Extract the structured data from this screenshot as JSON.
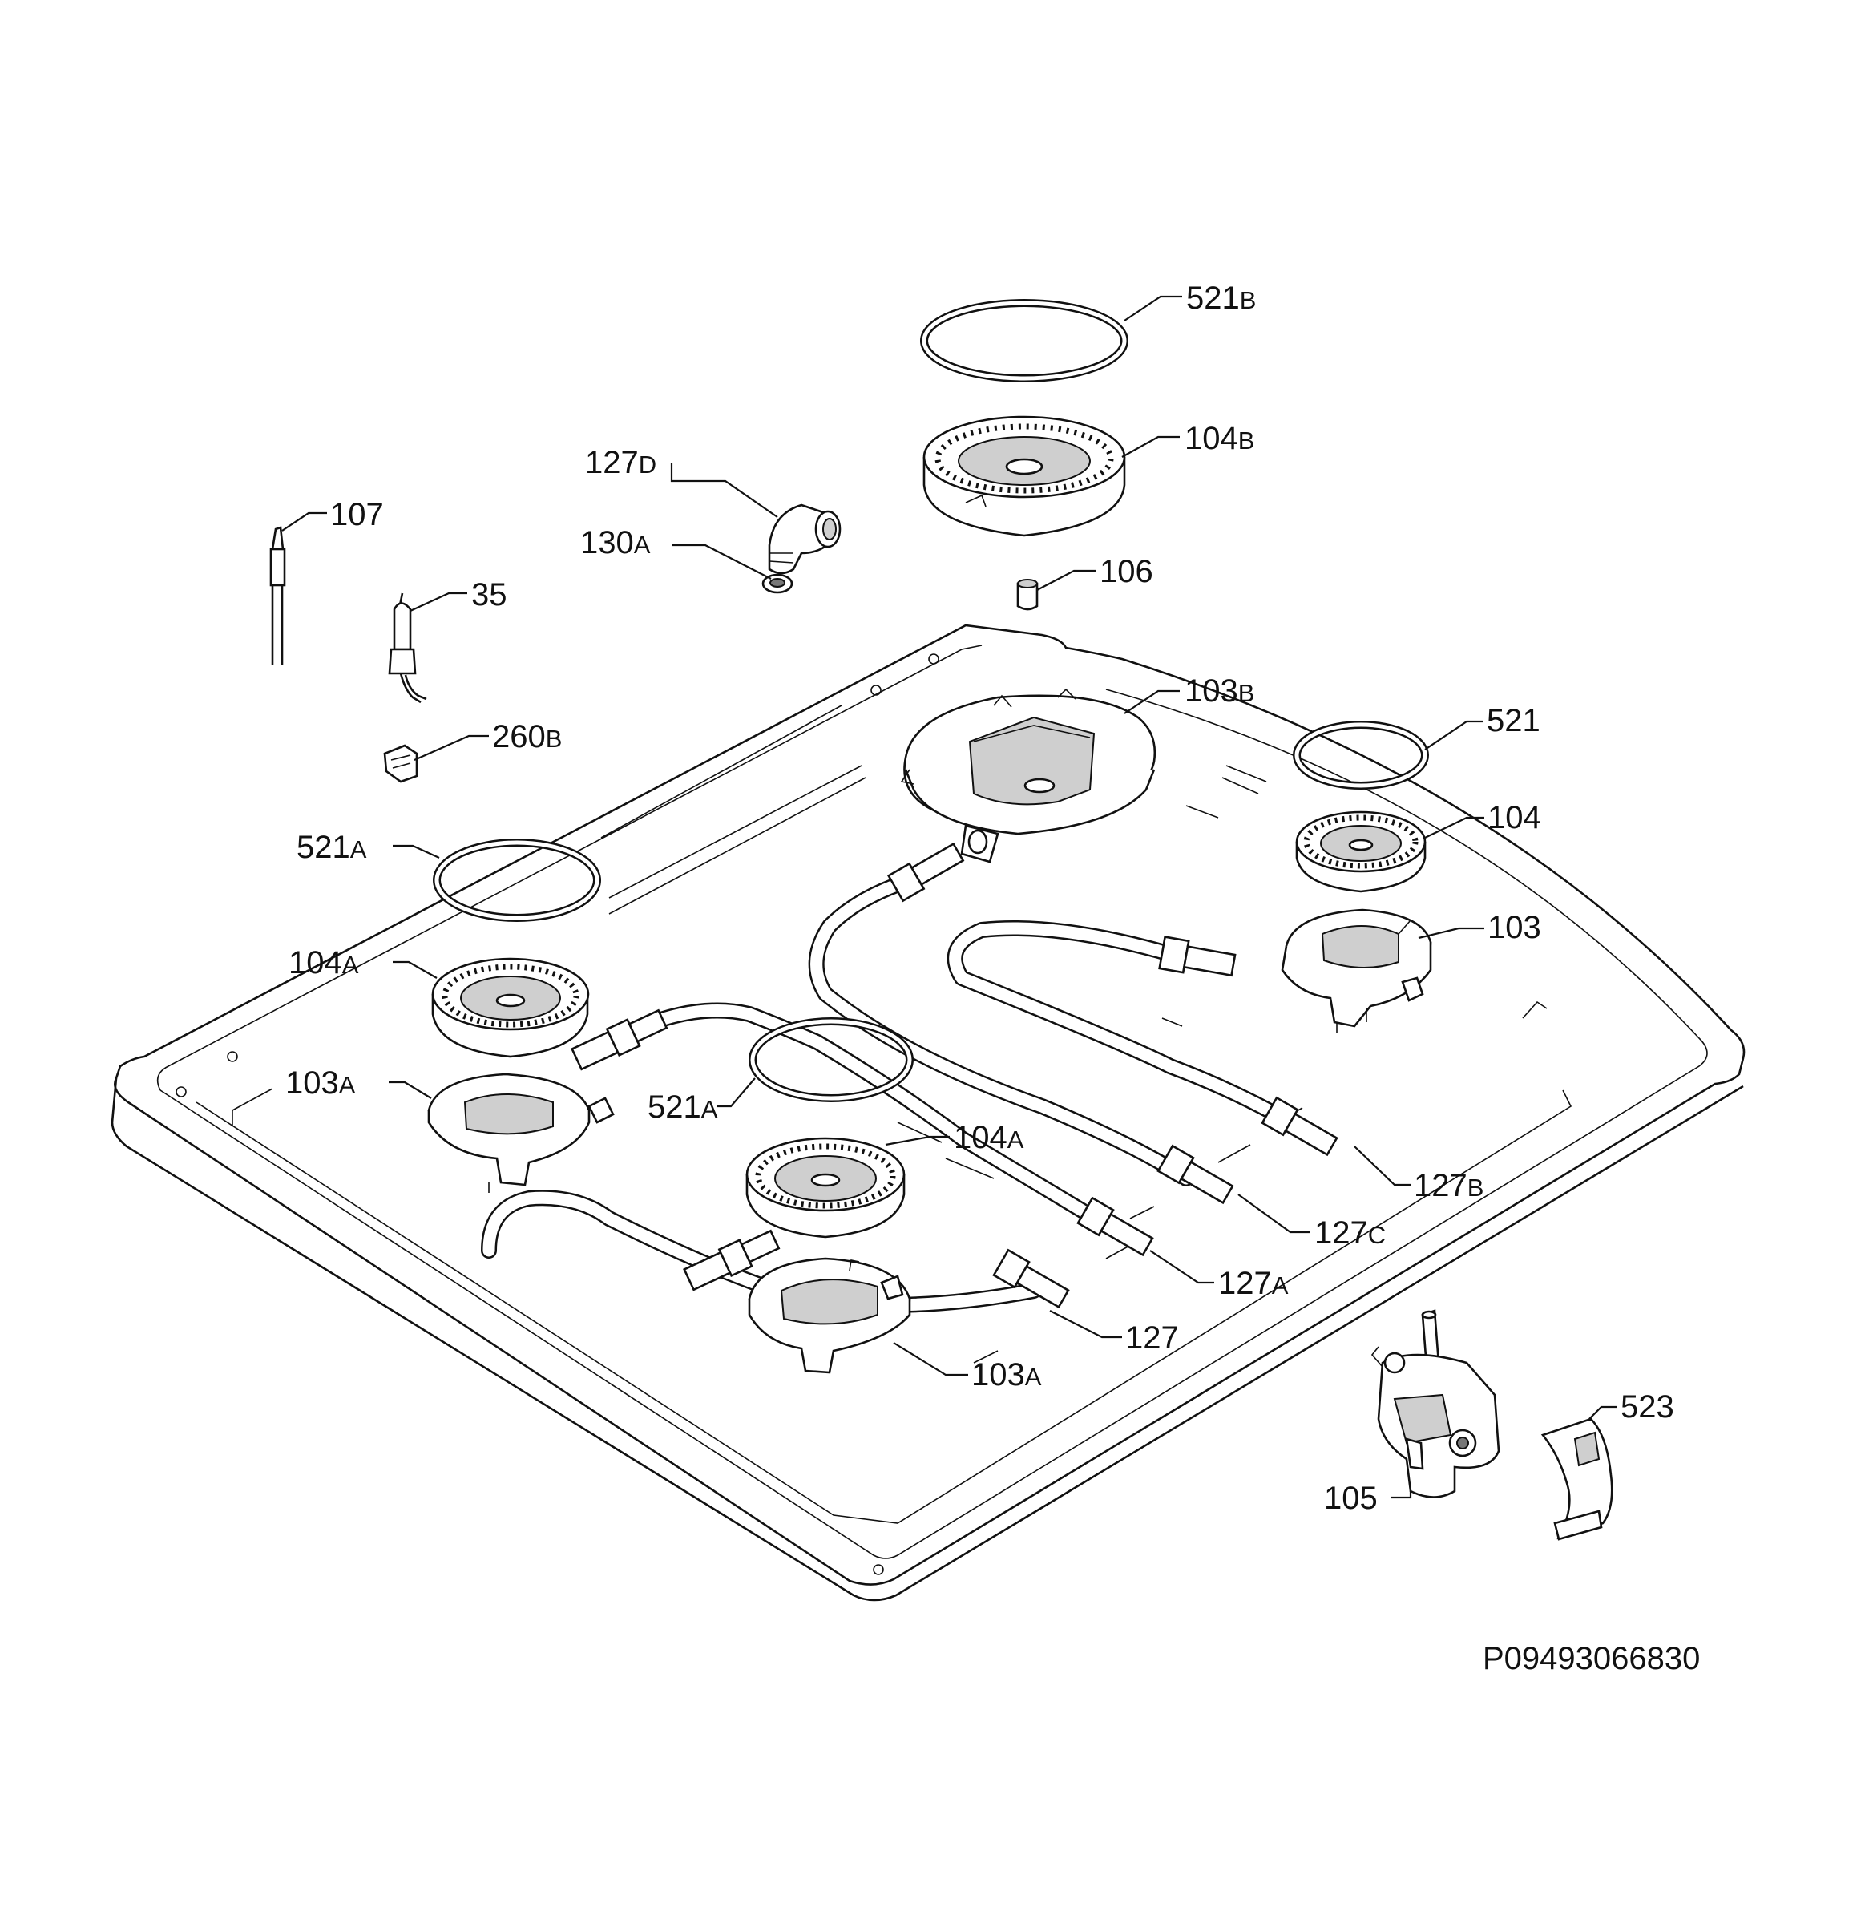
{
  "diagram": {
    "drawing_number": "P09493066830",
    "callouts": [
      {
        "id": "c-521b",
        "num": "521",
        "suf": "B"
      },
      {
        "id": "c-104b",
        "num": "104",
        "suf": "B"
      },
      {
        "id": "c-127d",
        "num": "127",
        "suf": "D"
      },
      {
        "id": "c-130a",
        "num": "130",
        "suf": "A"
      },
      {
        "id": "c-107",
        "num": "107",
        "suf": ""
      },
      {
        "id": "c-35",
        "num": "35",
        "suf": ""
      },
      {
        "id": "c-106",
        "num": "106",
        "suf": ""
      },
      {
        "id": "c-103b",
        "num": "103",
        "suf": "B"
      },
      {
        "id": "c-260b",
        "num": "260",
        "suf": "B"
      },
      {
        "id": "c-521",
        "num": "521",
        "suf": ""
      },
      {
        "id": "c-104",
        "num": "104",
        "suf": ""
      },
      {
        "id": "c-521a-1",
        "num": "521",
        "suf": "A"
      },
      {
        "id": "c-103",
        "num": "103",
        "suf": ""
      },
      {
        "id": "c-104a-1",
        "num": "104",
        "suf": "A"
      },
      {
        "id": "c-103a-1",
        "num": "103",
        "suf": "A"
      },
      {
        "id": "c-521a-2",
        "num": "521",
        "suf": "A"
      },
      {
        "id": "c-104a-2",
        "num": "104",
        "suf": "A"
      },
      {
        "id": "c-127b",
        "num": "127",
        "suf": "B"
      },
      {
        "id": "c-127c",
        "num": "127",
        "suf": "C"
      },
      {
        "id": "c-127a",
        "num": "127",
        "suf": "A"
      },
      {
        "id": "c-127",
        "num": "127",
        "suf": ""
      },
      {
        "id": "c-103a-2",
        "num": "103",
        "suf": "A"
      },
      {
        "id": "c-523",
        "num": "523",
        "suf": ""
      },
      {
        "id": "c-105",
        "num": "105",
        "suf": ""
      }
    ]
  }
}
